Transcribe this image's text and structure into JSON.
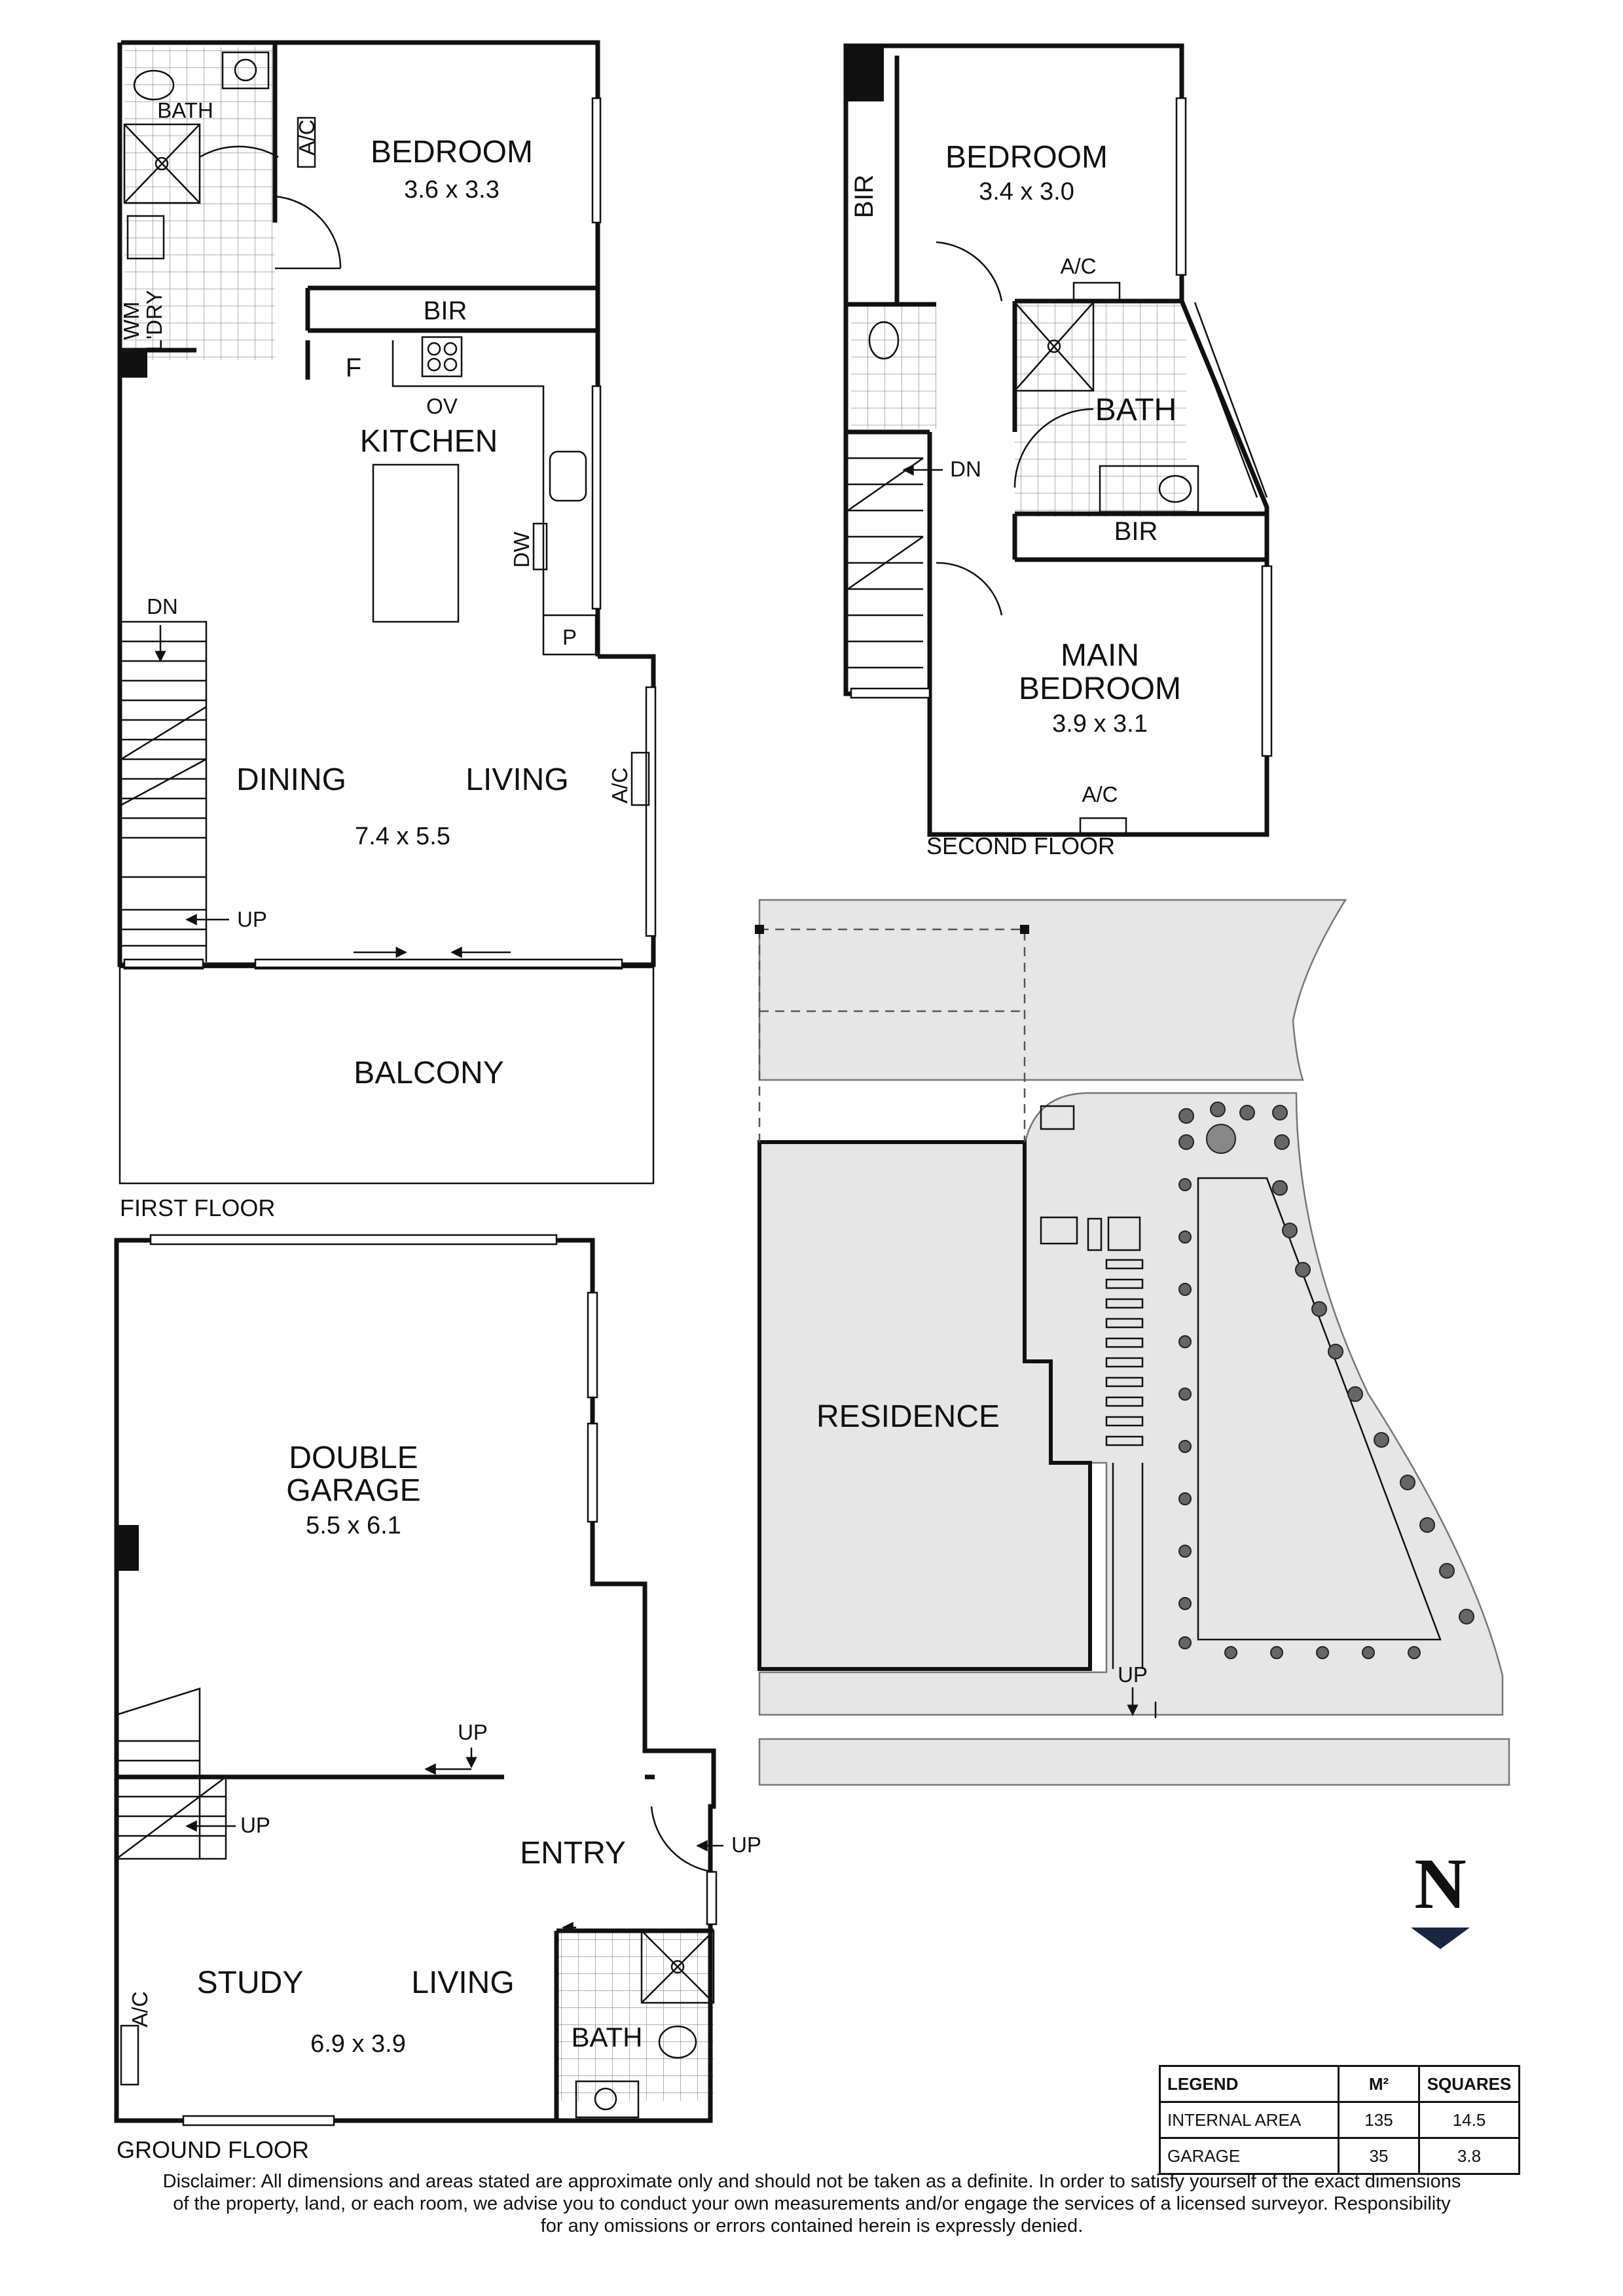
{
  "first_floor": {
    "floor_label": "FIRST FLOOR",
    "bath": "BATH",
    "ac_1": "A/C",
    "bedroom": "BEDROOM",
    "bedroom_dim": "3.6 x 3.3",
    "wm_ldry": [
      "WM",
      "L'DRY"
    ],
    "bir": "BIR",
    "fridge": "F",
    "oven": "OV",
    "kitchen": "KITCHEN",
    "dw": "DW",
    "pantry": "P",
    "dn": "DN",
    "dining": "DINING",
    "living": "LIVING",
    "ac_2": "A/C",
    "living_dim": "7.4 x 5.5",
    "up": "UP",
    "balcony": "BALCONY"
  },
  "second_floor": {
    "floor_label": "SECOND FLOOR",
    "bir_1": "BIR",
    "bedroom": "BEDROOM",
    "bedroom_dim": "3.4 x 3.0",
    "ac_1": "A/C",
    "bath": "BATH",
    "dn": "DN",
    "bir_2": "BIR",
    "main_bedroom": [
      "MAIN",
      "BEDROOM"
    ],
    "main_bedroom_dim": "3.9 x 3.1",
    "ac_2": "A/C"
  },
  "ground_floor": {
    "floor_label": "GROUND FLOOR",
    "double_garage": [
      "DOUBLE",
      "GARAGE"
    ],
    "garage_dim": "5.5 x 6.1",
    "up_1": "UP",
    "up_2": "UP",
    "entry": "ENTRY",
    "up_3": "UP",
    "ac": "A/C",
    "study": "STUDY",
    "living": "LIVING",
    "bath": "BATH",
    "dim": "6.9 x 3.9"
  },
  "site_plan": {
    "residence": "RESIDENCE",
    "up": "UP"
  },
  "north": "N",
  "legend": {
    "headers": [
      "LEGEND",
      "M²",
      "SQUARES"
    ],
    "rows": [
      {
        "label": "INTERNAL AREA",
        "m2": "135",
        "squares": "14.5"
      },
      {
        "label": "GARAGE",
        "m2": "35",
        "squares": "3.8"
      }
    ]
  },
  "disclaimer": [
    "Disclaimer: All dimensions and areas stated are approximate only and should not be taken as a definite. In order to satisfy yourself of the exact dimensions",
    "of the property, land, or each room, we advise you to conduct your own measurements and/or engage the services of a licensed surveyor. Responsibility",
    "for any omissions or errors contained herein is expressly denied."
  ],
  "colors": {
    "ink": "#111111",
    "site_fill": "#e6e6e6",
    "tree": "#666666"
  }
}
